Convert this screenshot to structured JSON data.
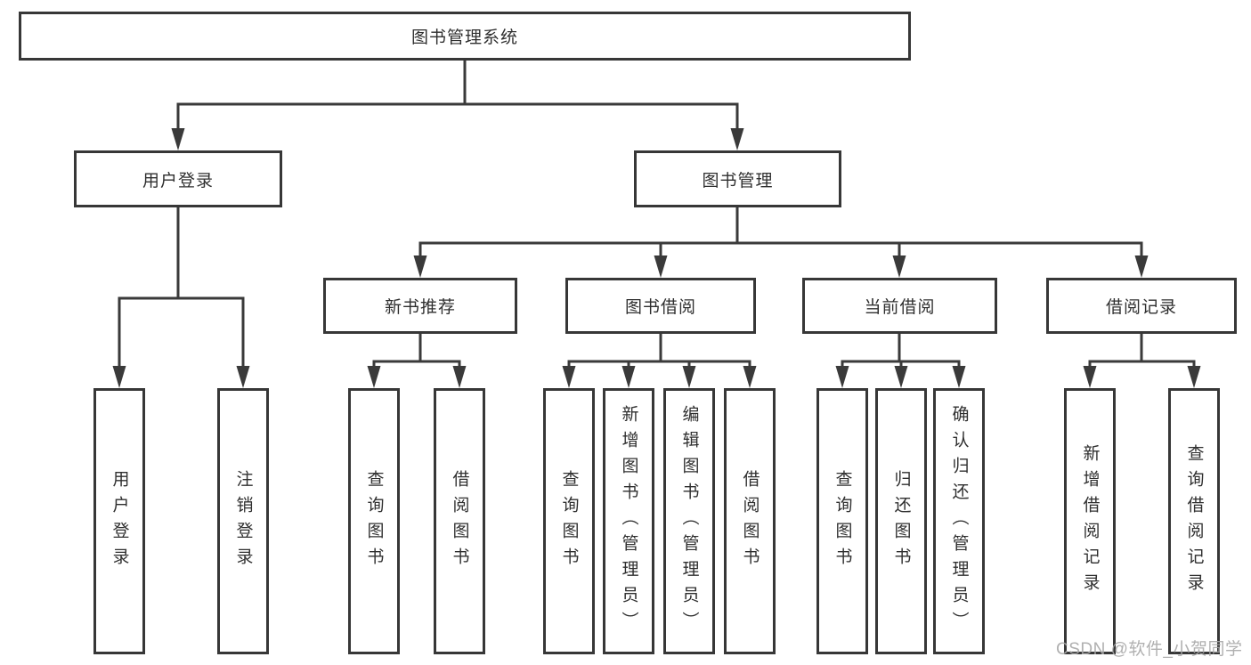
{
  "nodes": {
    "root": "图书管理系统",
    "level2": {
      "user_login": "用户登录",
      "book_management": "图书管理"
    },
    "level3": {
      "new_book_recommend": "新书推荐",
      "book_borrow": "图书借阅",
      "current_borrow": "当前借阅",
      "borrow_records": "借阅记录"
    },
    "leaves": {
      "user_login": [
        "用户登录",
        "注销登录"
      ],
      "new_book_recommend": [
        "查询图书",
        "借阅图书"
      ],
      "book_borrow": [
        "查询图书",
        "新增图书（管理员）",
        "编辑图书（管理员）",
        "借阅图书"
      ],
      "current_borrow": [
        "查询图书",
        "归还图书",
        "确认归还（管理员）"
      ],
      "borrow_records": [
        "新增借阅记录",
        "查询借阅记录"
      ]
    }
  },
  "watermark": "CSDN @软件_小贺同学",
  "colors": {
    "line": "#3a3a3a",
    "border": "#373737",
    "text": "#2f2f2f",
    "watermark": "#a8a8a8",
    "background": "#ffffff"
  }
}
